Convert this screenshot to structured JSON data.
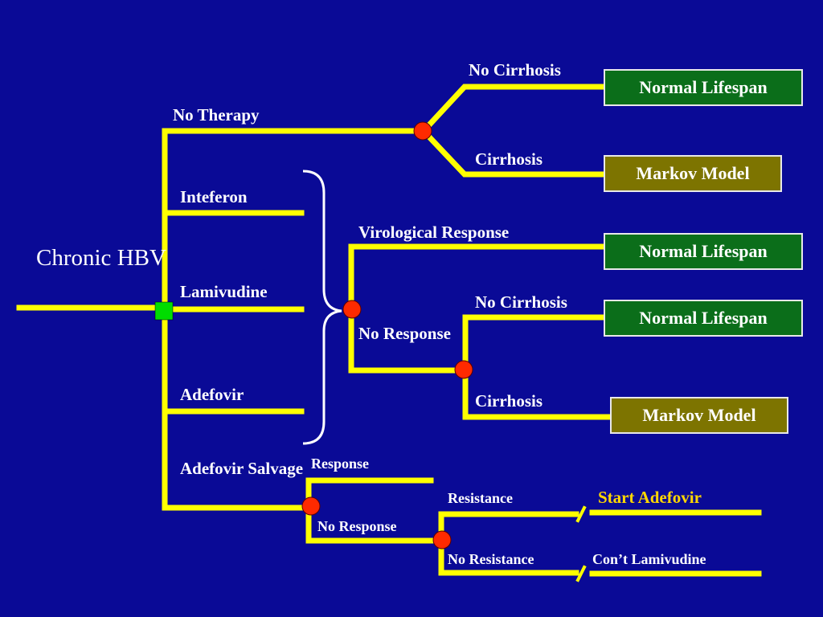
{
  "root": {
    "line1": "Chronic",
    "line2": "HBV"
  },
  "branches": {
    "no_therapy": "No Therapy",
    "interferon": "Inteferon",
    "lamivudine": "Lamivudine",
    "adefovir": "Adefovir",
    "adefovir_salvage": {
      "line1": "Adefovir",
      "line2": "Salvage"
    }
  },
  "no_therapy_outcomes": {
    "no_cirrhosis": "No Cirrhosis",
    "cirrhosis": "Cirrhosis",
    "box_no_cirrhosis": "Normal Lifespan",
    "box_cirrhosis": "Markov Model"
  },
  "treatment_outcomes": {
    "virological_response": "Virological Response",
    "box_virological_response": "Normal Lifespan",
    "no_response": {
      "line1": "No",
      "line2": "Response"
    },
    "no_cirrhosis": "No Cirrhosis",
    "box_no_cirrhosis": "Normal Lifespan",
    "cirrhosis": "Cirrhosis",
    "box_cirrhosis": "Markov Model"
  },
  "salvage_outcomes": {
    "response": "Response",
    "no_response": "No Response",
    "resistance": "Resistance",
    "no_resistance": "No Resistance",
    "start_adefovir": "Start Adefovir",
    "cont_lamivudine": "Con’t Lamivudine"
  },
  "colors": {
    "background": "#0a0a96",
    "branch_line": "#ffff00",
    "decision_node": "#00dd00",
    "chance_node": "#ff2a00",
    "green_box": "#0b6e1a",
    "olive_box": "#7d7400",
    "gold_text": "#ffd700"
  },
  "icons": {
    "decision_node": "green-square",
    "chance_node": "red-circle",
    "bracket": "right-curly-brace",
    "break_mark": "slash"
  }
}
